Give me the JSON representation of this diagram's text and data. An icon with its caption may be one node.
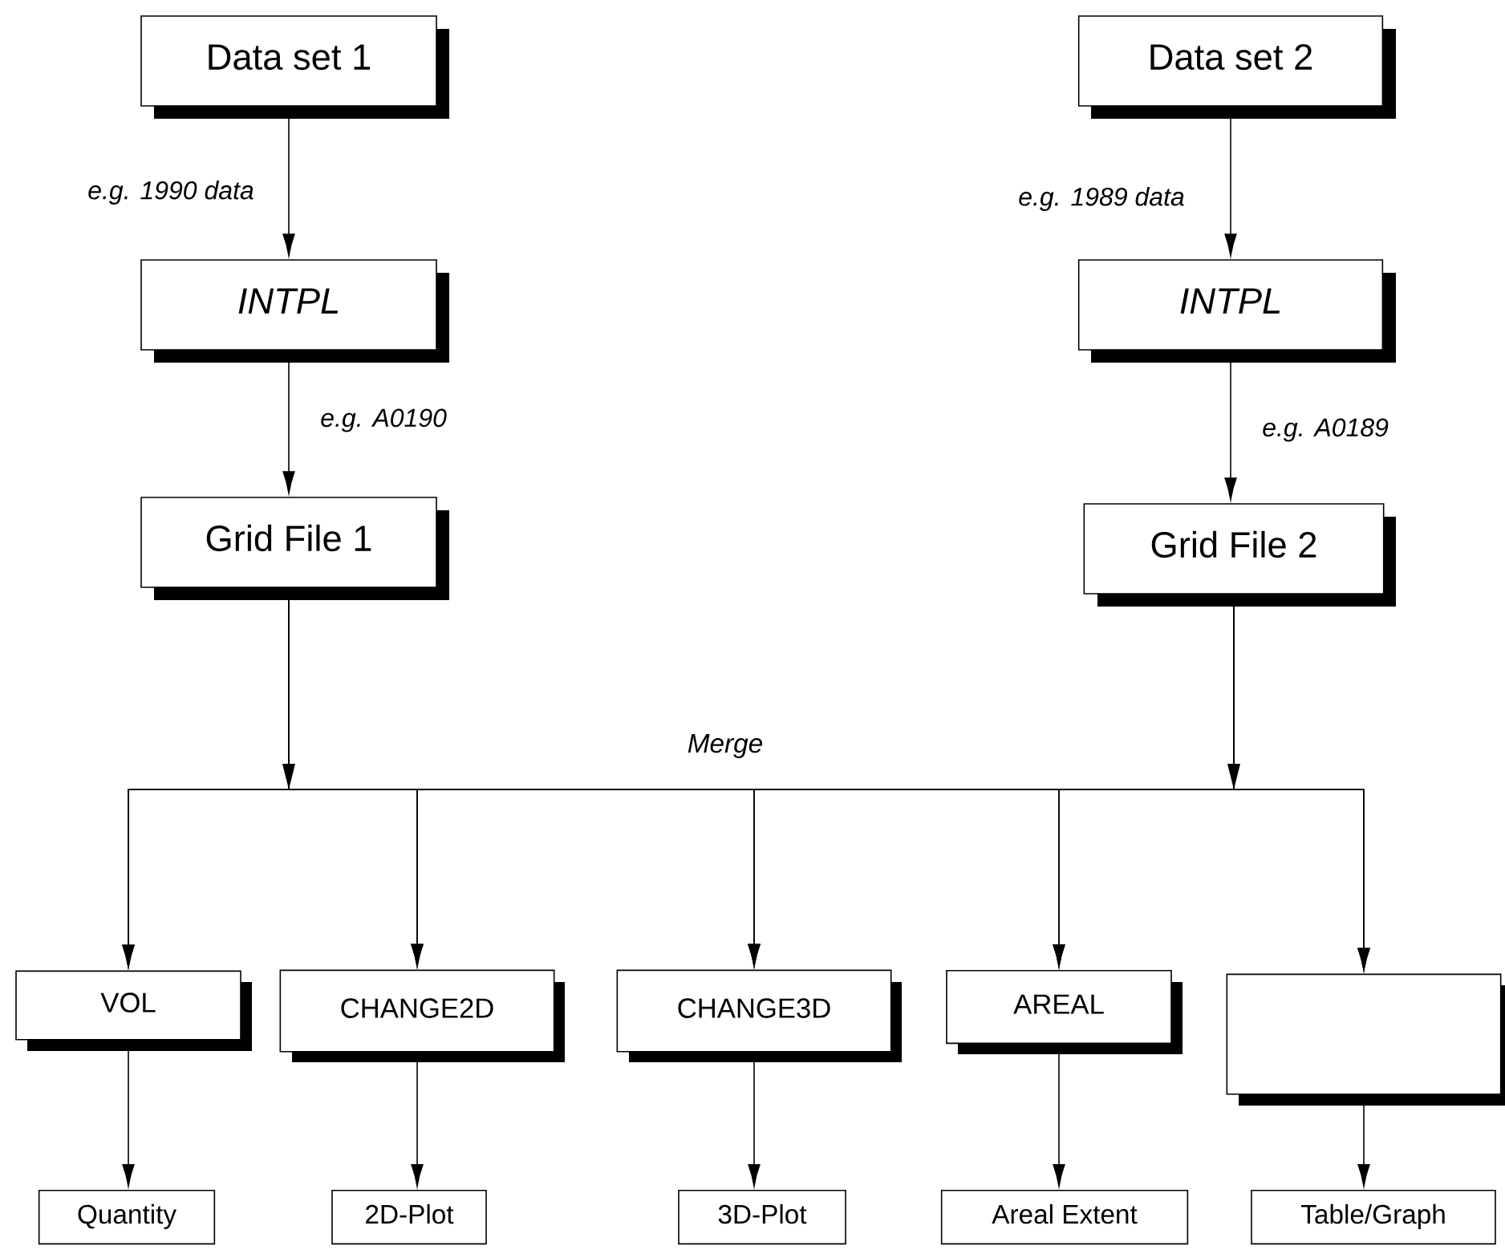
{
  "diagram": {
    "nodes": [
      {
        "text": [
          "Data set 1"
        ]
      },
      {
        "text": [
          "Data set 2"
        ]
      },
      {
        "text": [
          "INTPL"
        ]
      },
      {
        "text": [
          "INTPL"
        ]
      },
      {
        "text": [
          "Grid File 1"
        ]
      },
      {
        "text": [
          "Grid File 2"
        ]
      },
      {
        "text": [
          "VOL"
        ]
      },
      {
        "text": [
          "CHANGE2D"
        ]
      },
      {
        "text": [
          "CHANGE3D"
        ]
      },
      {
        "text": [
          "AREAL"
        ]
      },
      {
        "text": [],
        "shape": "box"
      },
      {
        "text": [
          "Quantity"
        ]
      },
      {
        "text": [
          "2D-Plot"
        ]
      },
      {
        "text": [
          "3D-Plot"
        ]
      },
      {
        "text": [
          "Areal Extent"
        ]
      },
      {
        "text": [
          "Table/Graph"
        ]
      }
    ],
    "edges": [
      {
        "from": 0,
        "to": 2,
        "arrow": "to",
        "label": "e.g. 1990 data"
      },
      {
        "from": 2,
        "to": 4,
        "arrow": "to",
        "label": "e.g. A0190"
      },
      {
        "from": 1,
        "to": 3,
        "arrow": "to",
        "label": "e.g. 1989 data"
      },
      {
        "from": 3,
        "to": 5,
        "arrow": "to",
        "label": "e.g. A0189"
      },
      {
        "from": 4,
        "to": 6,
        "arrow": "to"
      },
      {
        "from": 4,
        "to": 7,
        "arrow": "to"
      },
      {
        "from": 4,
        "to": 8,
        "arrow": "to"
      },
      {
        "from": 4,
        "to": 9,
        "arrow": "to"
      },
      {
        "from": 4,
        "to": 10,
        "arrow": "to"
      },
      {
        "from": 5,
        "to": 6,
        "arrow": "to"
      },
      {
        "from": 5,
        "to": 7,
        "arrow": "to"
      },
      {
        "from": 5,
        "to": 8,
        "arrow": "to"
      },
      {
        "from": 5,
        "to": 9,
        "arrow": "to"
      },
      {
        "from": 5,
        "to": 10,
        "arrow": "to"
      },
      {
        "from": 6,
        "to": 11,
        "arrow": "to"
      },
      {
        "from": 7,
        "to": 12,
        "arrow": "to"
      },
      {
        "from": 8,
        "to": 13,
        "arrow": "to"
      },
      {
        "from": 9,
        "to": 14,
        "arrow": "to"
      },
      {
        "from": 10,
        "to": 15,
        "arrow": "to"
      }
    ],
    "labels": [
      "Merge"
    ]
  }
}
